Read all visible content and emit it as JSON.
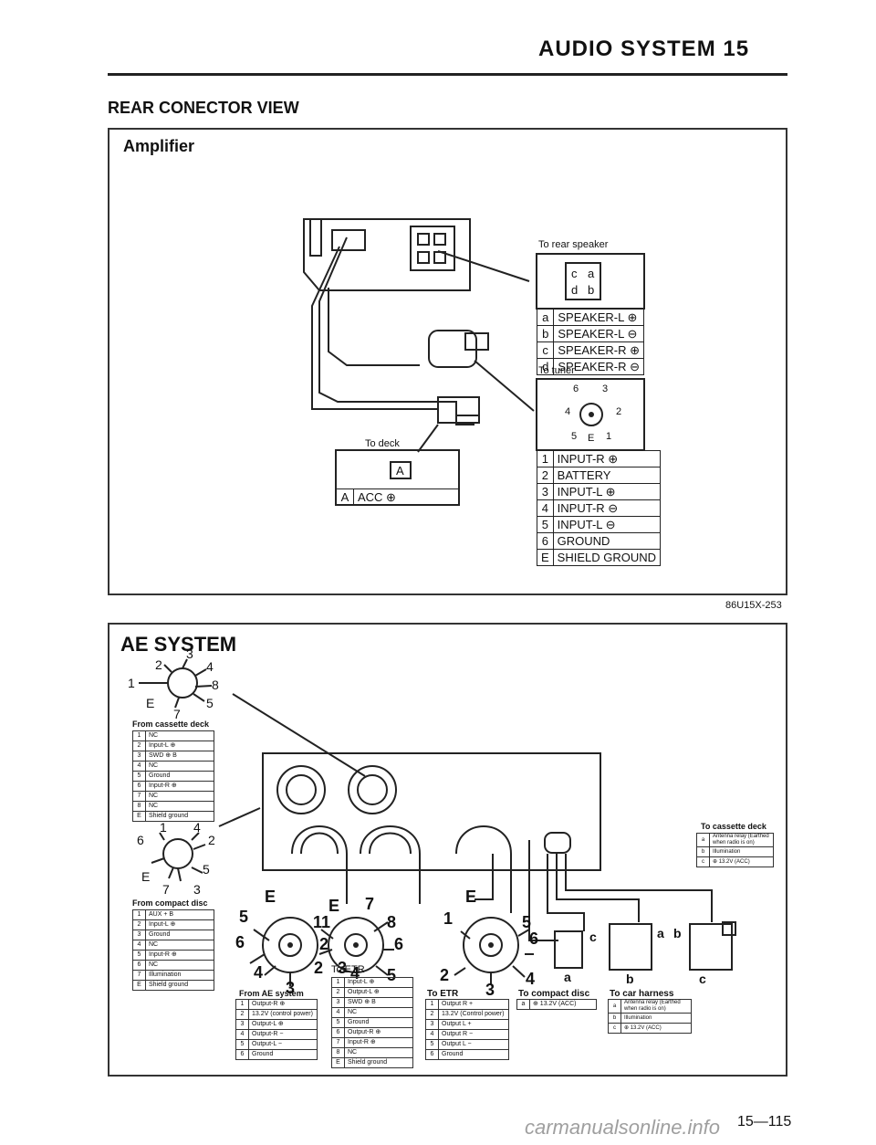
{
  "header": {
    "title": "AUDIO SYSTEM 15"
  },
  "section_title": "REAR CONECTOR VIEW",
  "amplifier": {
    "title": "Amplifier",
    "figure_code": "86U15X-253",
    "to_rear_speaker": "To rear speaker",
    "speaker_pins": [
      "c",
      "a",
      "d",
      "b"
    ],
    "speaker_table": [
      {
        "k": "a",
        "v": "SPEAKER-L ⊕"
      },
      {
        "k": "b",
        "v": "SPEAKER-L ⊖"
      },
      {
        "k": "c",
        "v": "SPEAKER-R ⊕"
      },
      {
        "k": "d",
        "v": "SPEAKER-R ⊖"
      }
    ],
    "to_tuner": "To tuner",
    "tuner_pins": [
      "6",
      "3",
      "4",
      "2",
      "5",
      "E",
      "1"
    ],
    "tuner_table": [
      {
        "k": "1",
        "v": "INPUT-R ⊕"
      },
      {
        "k": "2",
        "v": "BATTERY"
      },
      {
        "k": "3",
        "v": "INPUT-L ⊕"
      },
      {
        "k": "4",
        "v": "INPUT-R ⊖"
      },
      {
        "k": "5",
        "v": "INPUT-L ⊖"
      },
      {
        "k": "6",
        "v": "GROUND"
      },
      {
        "k": "E",
        "v": "SHIELD GROUND"
      }
    ],
    "to_deck": "To deck",
    "deck_pin": "A",
    "deck_table": [
      {
        "k": "A",
        "v": "ACC ⊕"
      }
    ]
  },
  "ae": {
    "title": "AE SYSTEM",
    "cassette_pins": [
      "2",
      "3",
      "4",
      "1",
      "8",
      "E",
      "7",
      "5"
    ],
    "from_cassette": "From cassette deck",
    "cassette_table": [
      {
        "k": "1",
        "v": "NC"
      },
      {
        "k": "2",
        "v": "Input-L ⊕"
      },
      {
        "k": "3",
        "v": "SWD ⊕ B"
      },
      {
        "k": "4",
        "v": "NC"
      },
      {
        "k": "5",
        "v": "Ground"
      },
      {
        "k": "6",
        "v": "Input-R ⊕"
      },
      {
        "k": "7",
        "v": "NC"
      },
      {
        "k": "8",
        "v": "NC"
      },
      {
        "k": "E",
        "v": "Shield ground"
      }
    ],
    "compact_pins": [
      "1",
      "4",
      "6",
      "2",
      "5",
      "E",
      "7",
      "3"
    ],
    "from_compact": "From compact disc",
    "compact_table": [
      {
        "k": "1",
        "v": "AUX + B"
      },
      {
        "k": "2",
        "v": "Input-L ⊕"
      },
      {
        "k": "3",
        "v": "Ground"
      },
      {
        "k": "4",
        "v": "NC"
      },
      {
        "k": "5",
        "v": "Input-R ⊕"
      },
      {
        "k": "6",
        "v": "NC"
      },
      {
        "k": "7",
        "v": "Illumination"
      },
      {
        "k": "E",
        "v": "Shield ground"
      }
    ],
    "c1_pins": [
      "E",
      "5",
      "1",
      "6",
      "4",
      "3"
    ],
    "from_ae": "From AE system",
    "ae_table": [
      {
        "k": "1",
        "v": "Output-R ⊕"
      },
      {
        "k": "2",
        "v": "13.2V (control power)"
      },
      {
        "k": "3",
        "v": "Output-L ⊕"
      },
      {
        "k": "4",
        "v": "Output-R −"
      },
      {
        "k": "5",
        "v": "Output-L −"
      },
      {
        "k": "6",
        "v": "Ground"
      }
    ],
    "c2_pins": [
      "E",
      "7",
      "1",
      "8",
      "2",
      "6",
      "3",
      "4",
      "5",
      "2"
    ],
    "to_etr_a": "To ETR",
    "etr_a_table": [
      {
        "k": "1",
        "v": "Input-L ⊕"
      },
      {
        "k": "2",
        "v": "Output-L ⊕"
      },
      {
        "k": "3",
        "v": "SWD ⊕ B"
      },
      {
        "k": "4",
        "v": "NC"
      },
      {
        "k": "5",
        "v": "Ground"
      },
      {
        "k": "6",
        "v": "Output-R ⊕"
      },
      {
        "k": "7",
        "v": "Input-R ⊕"
      },
      {
        "k": "8",
        "v": "NC"
      },
      {
        "k": "E",
        "v": "Shield ground"
      }
    ],
    "c3_pins": [
      "E",
      "1",
      "5",
      "6",
      "2",
      "4",
      "3"
    ],
    "to_etr_b": "To ETR",
    "etr_b_table": [
      {
        "k": "1",
        "v": "Output R +"
      },
      {
        "k": "2",
        "v": "13.2V (Control power)"
      },
      {
        "k": "3",
        "v": "Output L +"
      },
      {
        "k": "4",
        "v": "Output R −"
      },
      {
        "k": "5",
        "v": "Output L −"
      },
      {
        "k": "6",
        "v": "Ground"
      }
    ],
    "to_compact_disc": "To compact disc",
    "cd_table": [
      {
        "k": "a",
        "v": "⊕ 13.2V (ACC)"
      }
    ],
    "to_cassette_deck": "To cassette deck",
    "cassette_deck_table": [
      {
        "k": "a",
        "v": "Antenna relay (Earthed when radio is on)"
      },
      {
        "k": "b",
        "v": "Illumination"
      },
      {
        "k": "c",
        "v": "⊕ 13.2V (ACC)"
      }
    ],
    "to_car_harness": "To car harness",
    "harness_table": [
      {
        "k": "a",
        "v": "Antenna relay (Earthed when radio is on)"
      },
      {
        "k": "b",
        "v": "Illumination"
      },
      {
        "k": "c",
        "v": "⊕ 13.2V (ACC)"
      }
    ],
    "conn_letters": [
      "c",
      "a",
      "b",
      "a",
      "b",
      "c"
    ]
  },
  "footer": {
    "page": "15—115",
    "watermark": "carmanualsonline.info"
  }
}
